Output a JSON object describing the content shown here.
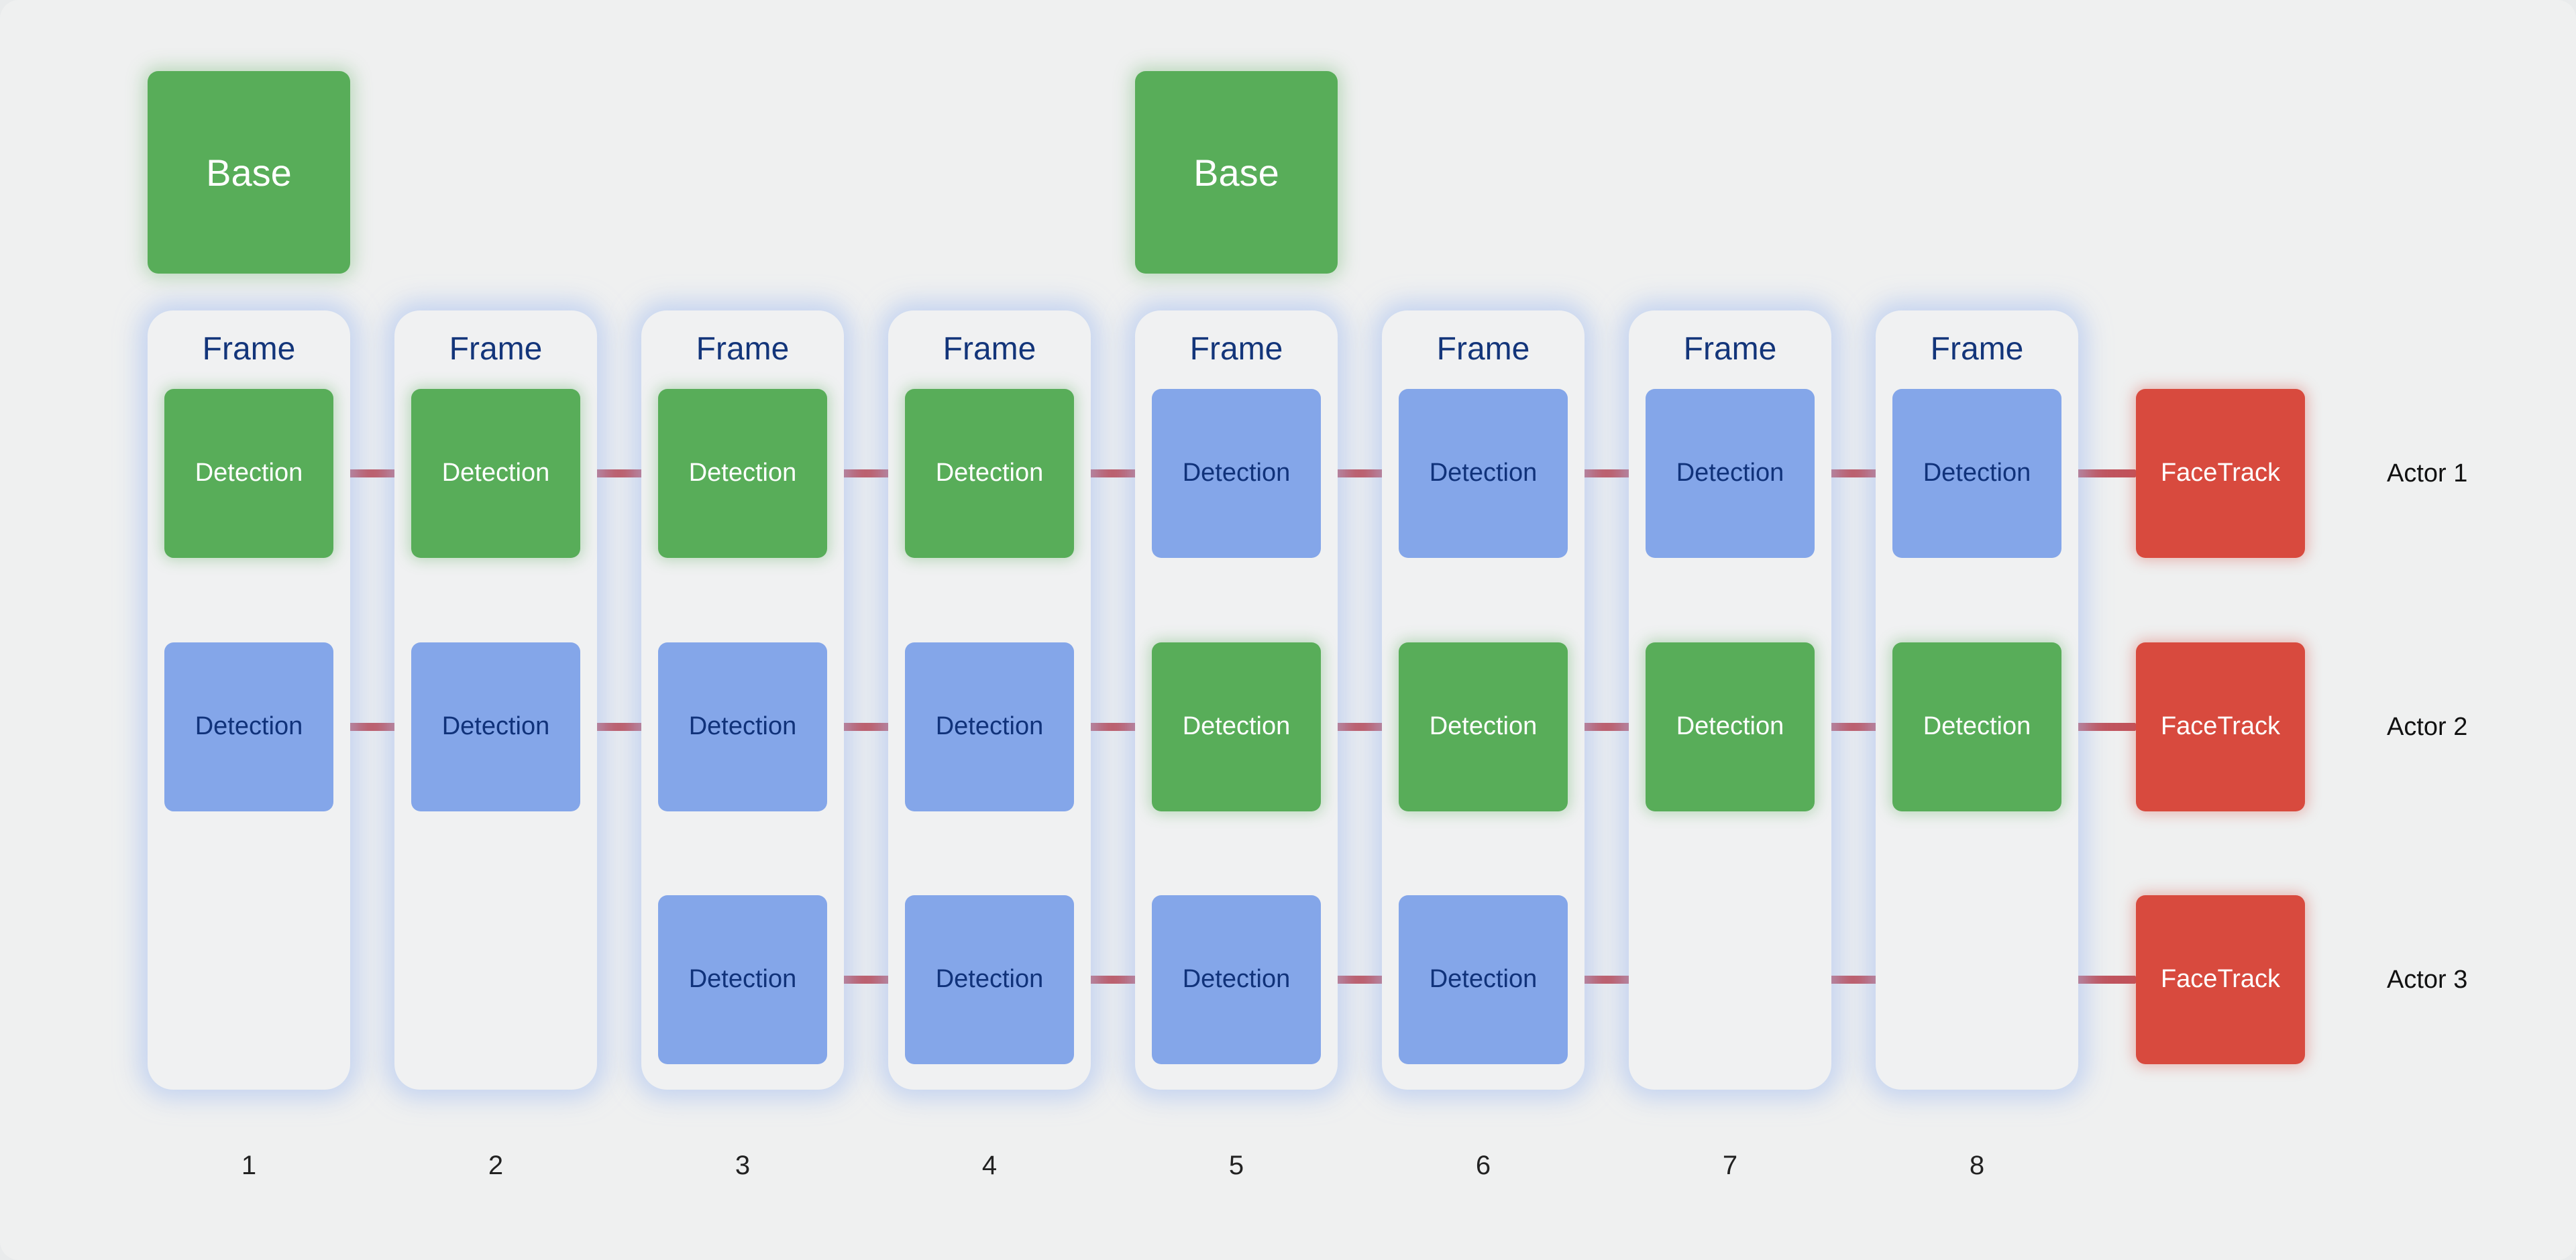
{
  "diagram": {
    "base_label": "Base",
    "frame_label": "Frame",
    "detection_label": "Detection",
    "track_label_line1": "Face",
    "track_label_line2": "Track",
    "frames": [
      {
        "number": "1",
        "base": true,
        "rows": [
          "active",
          "inactive",
          null
        ]
      },
      {
        "number": "2",
        "base": false,
        "rows": [
          "active",
          "inactive",
          null
        ]
      },
      {
        "number": "3",
        "base": false,
        "rows": [
          "active",
          "inactive",
          "inactive"
        ]
      },
      {
        "number": "4",
        "base": false,
        "rows": [
          "active",
          "inactive",
          "inactive"
        ]
      },
      {
        "number": "5",
        "base": true,
        "rows": [
          "inactive",
          "active",
          "inactive"
        ]
      },
      {
        "number": "6",
        "base": false,
        "rows": [
          "inactive",
          "active",
          "inactive"
        ]
      },
      {
        "number": "7",
        "base": false,
        "rows": [
          "inactive",
          "active",
          null
        ]
      },
      {
        "number": "8",
        "base": false,
        "rows": [
          "inactive",
          "active",
          null
        ]
      }
    ],
    "actors": [
      "Actor 1",
      "Actor 2",
      "Actor 3"
    ],
    "colors": {
      "base_and_active_detection": "#58ad59",
      "inactive_detection": "#84a6e9",
      "face_track": "#d84a3e",
      "connector": "#c0545d",
      "frame_title": "#13357a"
    }
  }
}
